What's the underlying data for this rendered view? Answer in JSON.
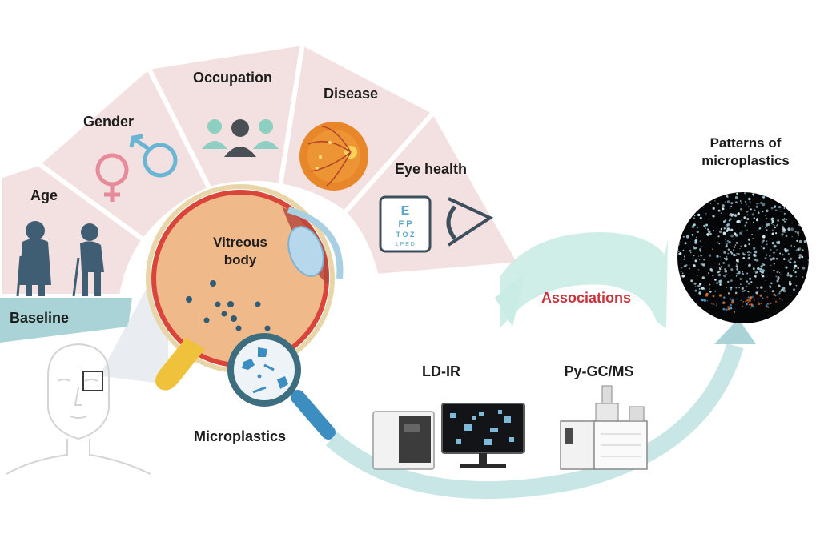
{
  "factors": {
    "age": "Age",
    "gender": "Gender",
    "occupation": "Occupation",
    "disease": "Disease",
    "eye_health": "Eye health"
  },
  "baseline": "Baseline",
  "eye": {
    "vitreous_line1": "Vitreous",
    "vitreous_line2": "body",
    "microplastics": "Microplastics"
  },
  "methods": {
    "ldir": "LD-IR",
    "pygcms": "Py-GC/MS"
  },
  "associations": "Associations",
  "patterns": {
    "line1": "Patterns of",
    "line2": "microplastics"
  },
  "eye_chart": {
    "row1": "E",
    "row2": "F P",
    "row3": "T O Z",
    "row4": "L P E D"
  },
  "colors": {
    "segment_fill": "#f3e0e0",
    "baseline_band": "#a9d3d6",
    "arrow": "#c9e6e6",
    "associations_text": "#c9333a",
    "eye_fill": "#f0b98a",
    "handle": "#f0c23c",
    "lens_ring": "#3d6e80"
  }
}
